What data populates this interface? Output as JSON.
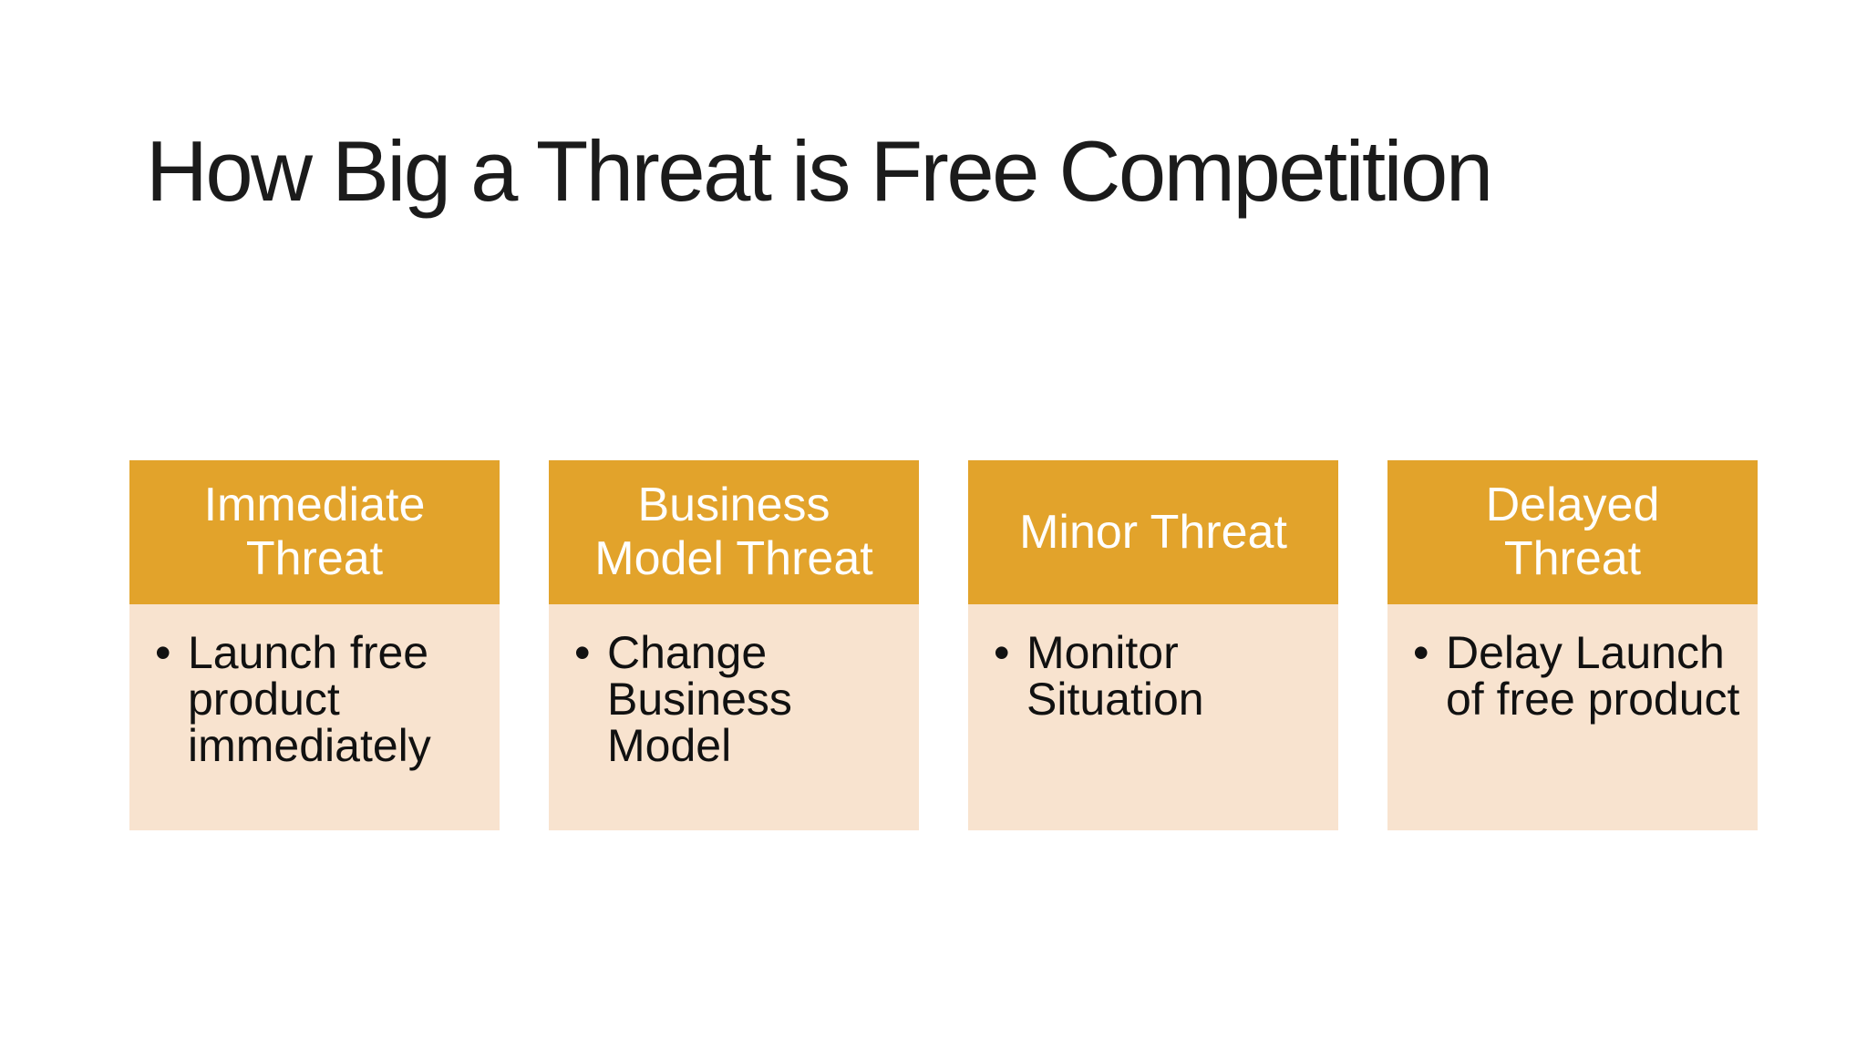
{
  "slide": {
    "title": "How Big a Threat is Free Competition",
    "bullet_char": "•",
    "columns": [
      {
        "header": "Immediate Threat",
        "bullets": [
          "Launch free product immediately"
        ]
      },
      {
        "header": "Business Model Threat",
        "bullets": [
          "Change Business Model"
        ]
      },
      {
        "header": "Minor Threat",
        "bullets": [
          "Monitor Situation"
        ]
      },
      {
        "header": "Delayed Threat",
        "bullets": [
          "Delay Launch of free product"
        ]
      }
    ],
    "colors": {
      "background": "#ffffff",
      "title_text": "#1b1b1b",
      "header_bg": "#e2a32b",
      "header_text": "#ffffff",
      "body_bg": "#f8e3cf",
      "body_text": "#111111"
    }
  }
}
